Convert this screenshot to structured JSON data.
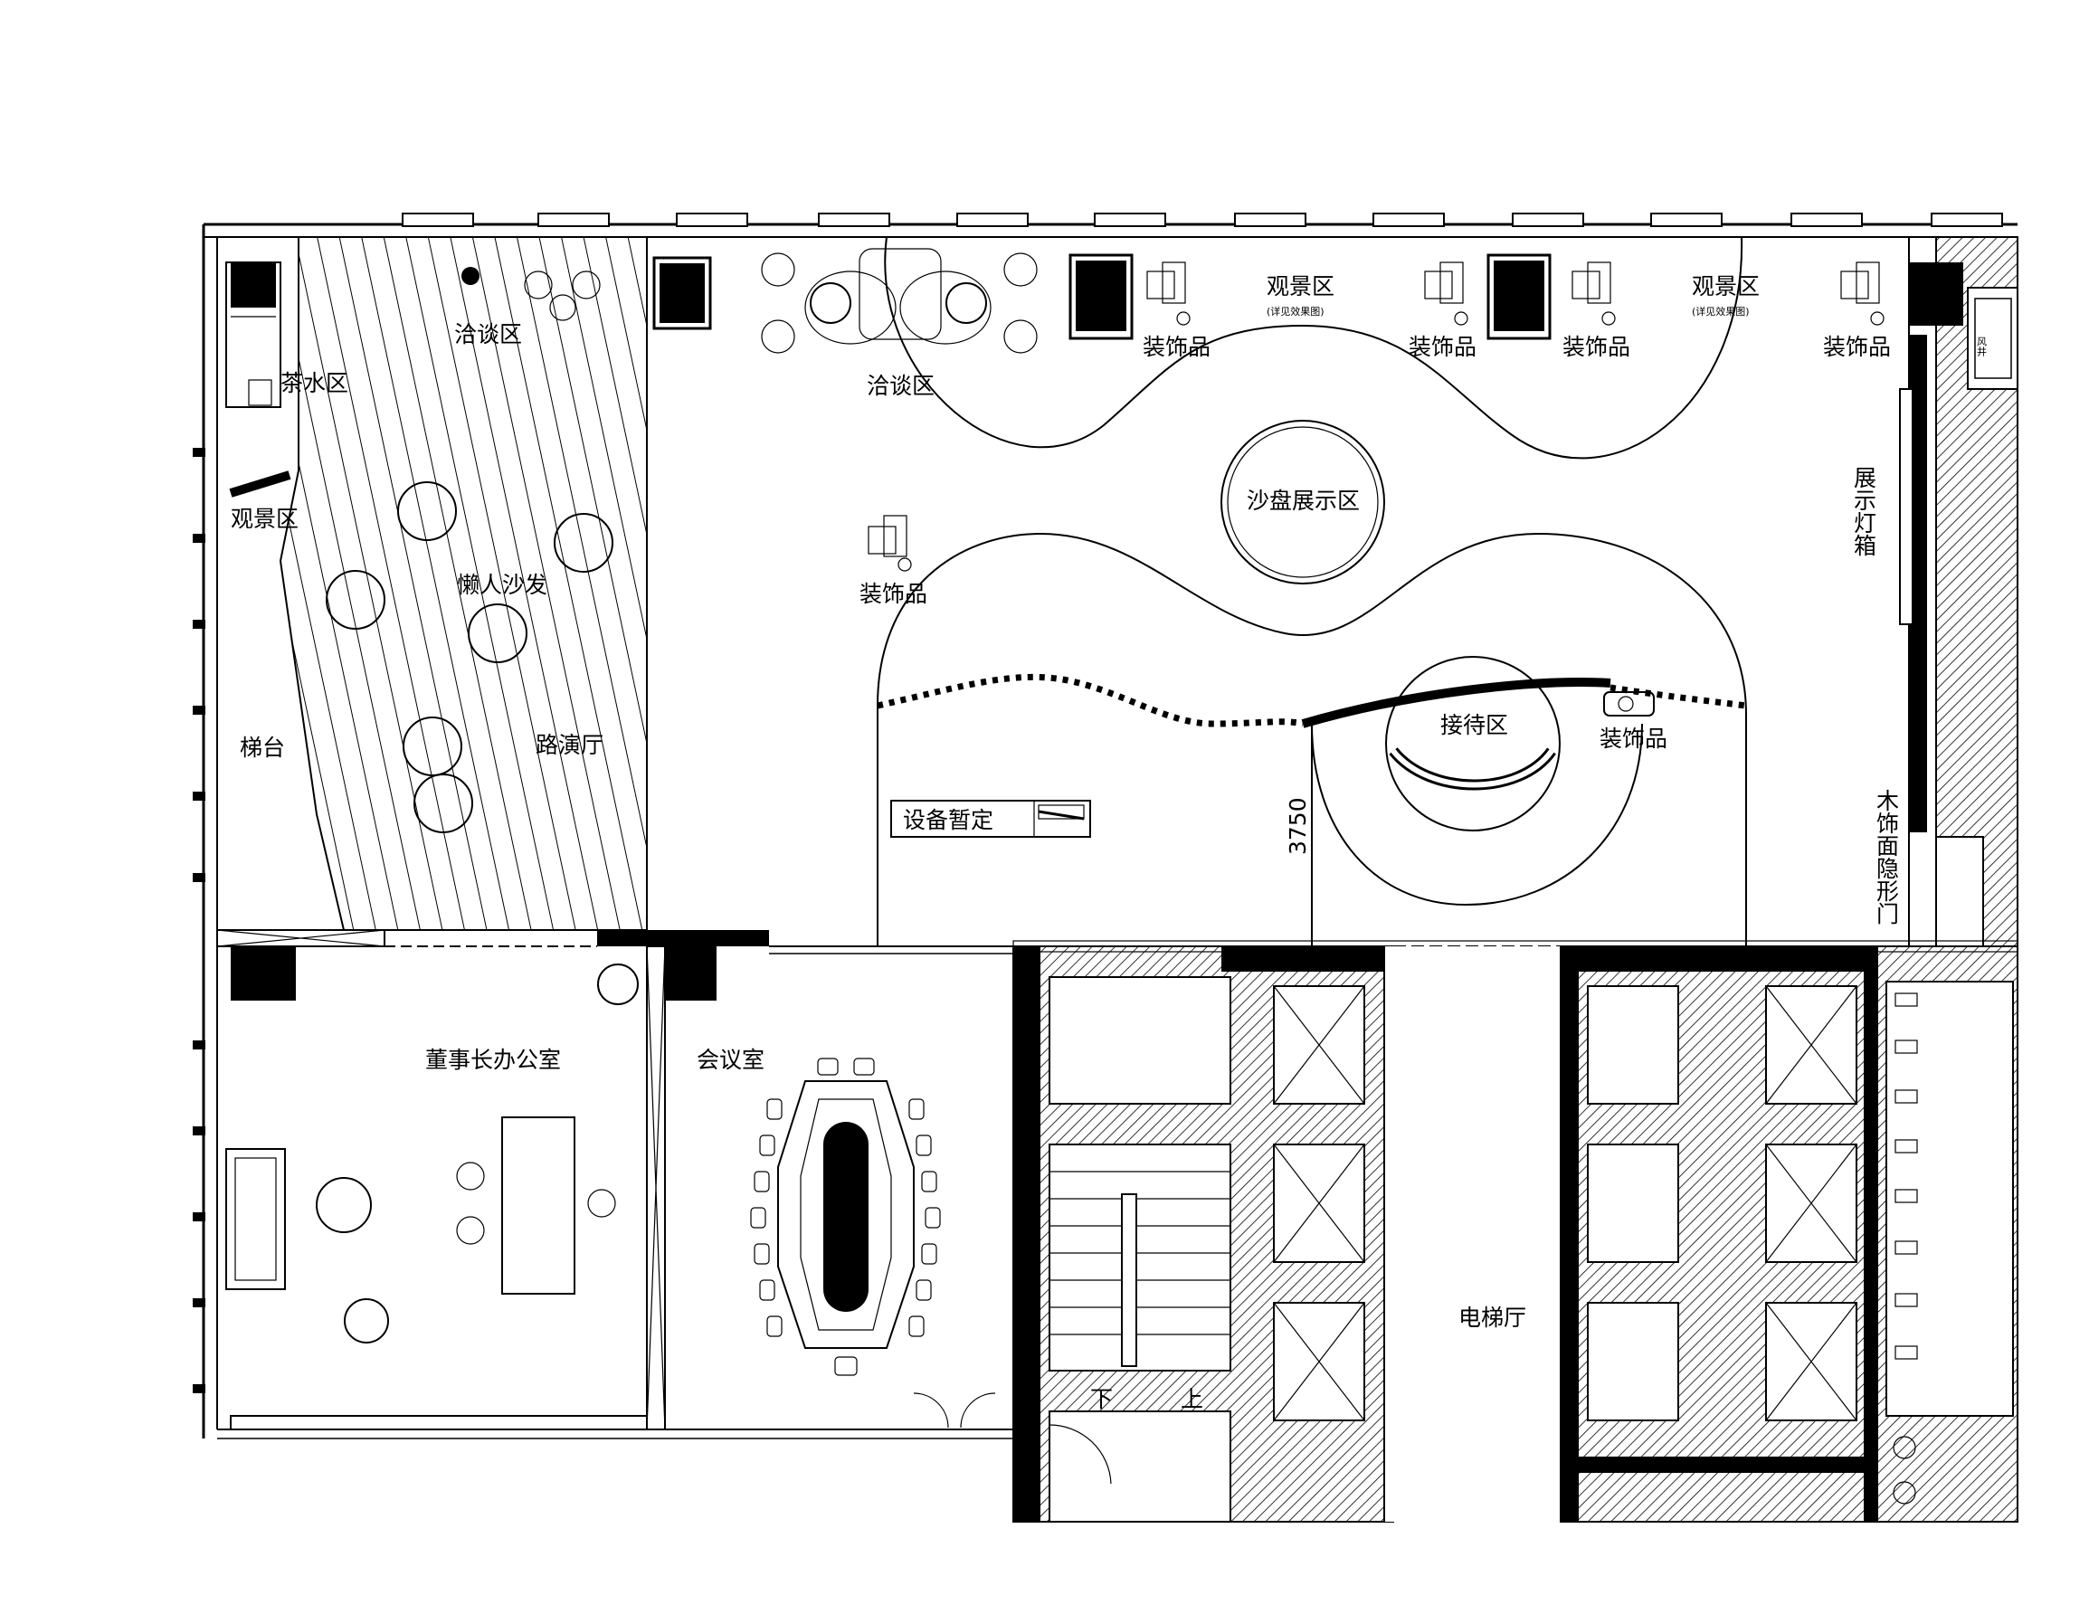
{
  "labels": {
    "tea_area": "茶水区",
    "negotiation_left": "洽谈区",
    "negotiation_top": "洽谈区",
    "view_left": "观景区",
    "view_1": "观景区",
    "view_2": "观景区",
    "view_note_1": "(详见效果图)",
    "view_note_2": "(详见效果图)",
    "beanbag": "懒人沙发",
    "stairs": "梯台",
    "roadshow": "路演厅",
    "decor_1": "装饰品",
    "decor_2": "装饰品",
    "decor_3": "装饰品",
    "decor_4": "装饰品",
    "decor_5": "装饰品",
    "decor_6": "装饰品",
    "sand_table": "沙盘展示区",
    "lightbox": "展示灯箱",
    "reception": "接待区",
    "equipment": "设备暂定",
    "dimension": "3750",
    "hidden_door": "木饰面隐形门",
    "chairman": "董事长办公室",
    "meeting": "会议室",
    "elevator_hall": "电梯厅",
    "down": "下",
    "up": "上",
    "wind": "风井"
  },
  "colors": {
    "ink": "#000000",
    "paper": "#ffffff"
  }
}
